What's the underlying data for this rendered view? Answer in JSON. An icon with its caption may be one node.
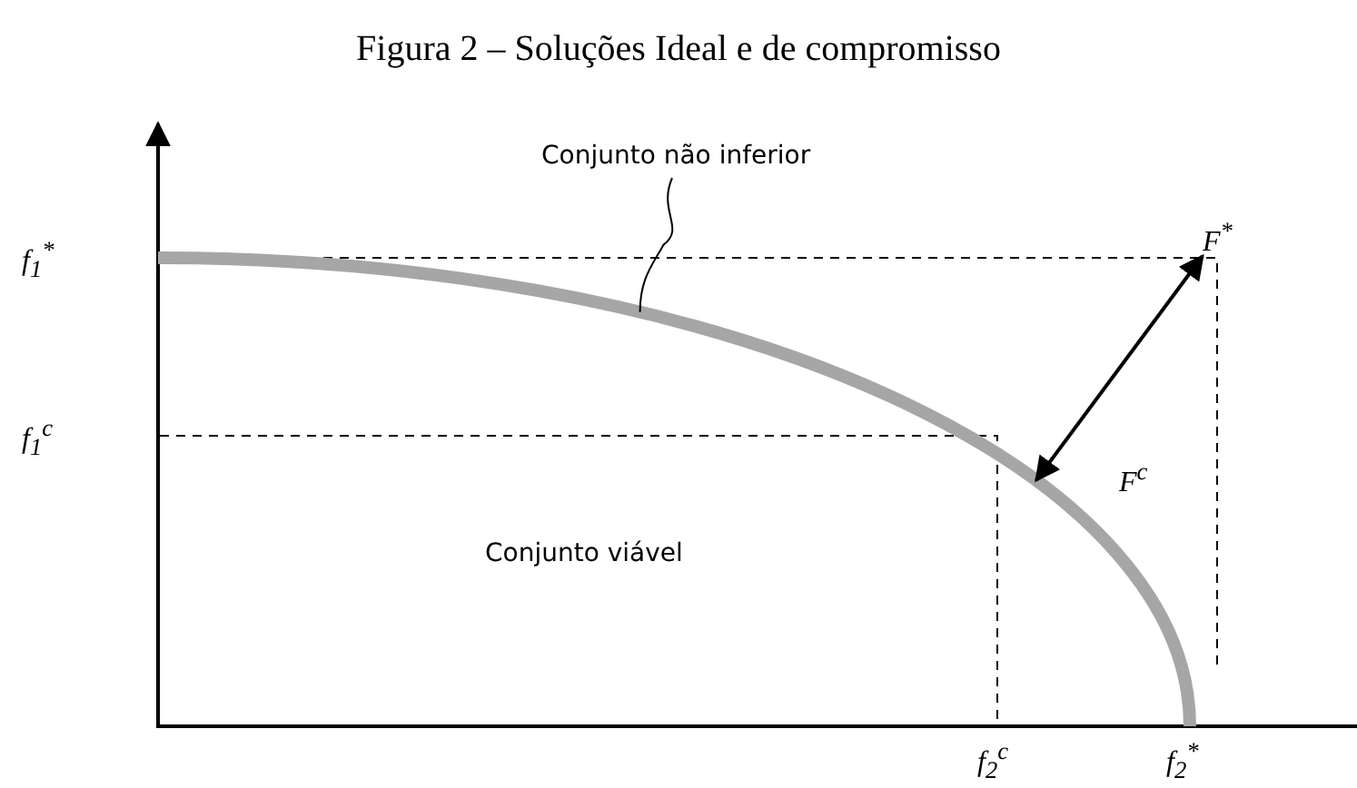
{
  "diagram": {
    "title": "Figura 2 – Soluções Ideal e de compromisso",
    "nodes": [
      {
        "text": [
          "Conjunto não inferior"
        ]
      },
      {
        "text": [],
        "shape": "curve"
      },
      {
        "text": [
          "F$^{*}$"
        ]
      }
    ],
    "edges": [
      {
        "from": 0,
        "to": 1,
        "arrow": "none"
      },
      {
        "from": 1,
        "to": 2,
        "arrow": "both"
      }
    ],
    "labels": [
      "f$_{1}$$^{*}$",
      "f$_{1}$$^{c}$",
      "Conjunto viável",
      "F$^{c}$",
      "f$_{2}$$^{c}$",
      "f$_{2}$$^{*}$"
    ]
  }
}
